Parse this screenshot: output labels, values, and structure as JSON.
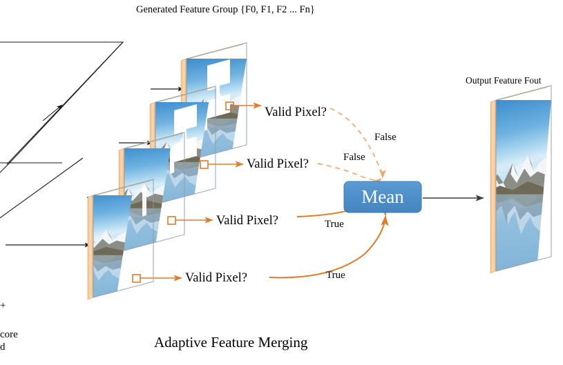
{
  "figure": {
    "top_title": "Generated Feature Group {F0, F1, F2 ... Fn}",
    "bottom_title": "Adaptive Feature Merging",
    "output_label": "Output Feature Fout"
  },
  "colors": {
    "orange": "#E07B28",
    "orange_dashed": "#EDA96B",
    "mean_fill": "#4A90CC",
    "mean_stroke": "#3C7FB8",
    "plane_edge": "#F7C896",
    "arrow_black": "#1A1A1A",
    "arrow_gray": "#444444",
    "sky_top": "#3E8FD0",
    "sky_bottom": "#BFE0F2"
  },
  "mean_node": {
    "label": "Mean"
  },
  "decisions": [
    {
      "id": "f0",
      "question": "Valid Pixel?",
      "branch": "False"
    },
    {
      "id": "f1",
      "question": "Valid Pixel?",
      "branch": "False"
    },
    {
      "id": "f2",
      "question": "Valid Pixel?",
      "branch": "True"
    },
    {
      "id": "f3",
      "question": "Valid Pixel?",
      "branch": "True"
    }
  ],
  "branch_labels": {
    "false_upper": "False",
    "false_lower": "False",
    "true_upper": "True",
    "true_lower": "True"
  },
  "clipped_text": {
    "tick": "+",
    "core": "core",
    "d": "d"
  },
  "feature_planes": [
    {
      "index": 0,
      "name": "F0",
      "has_invalid_holes": true
    },
    {
      "index": 1,
      "name": "F1",
      "has_invalid_holes": true
    },
    {
      "index": 2,
      "name": "F2",
      "has_invalid_holes": false
    },
    {
      "index": 3,
      "name": "Fn",
      "has_invalid_holes": false
    }
  ]
}
